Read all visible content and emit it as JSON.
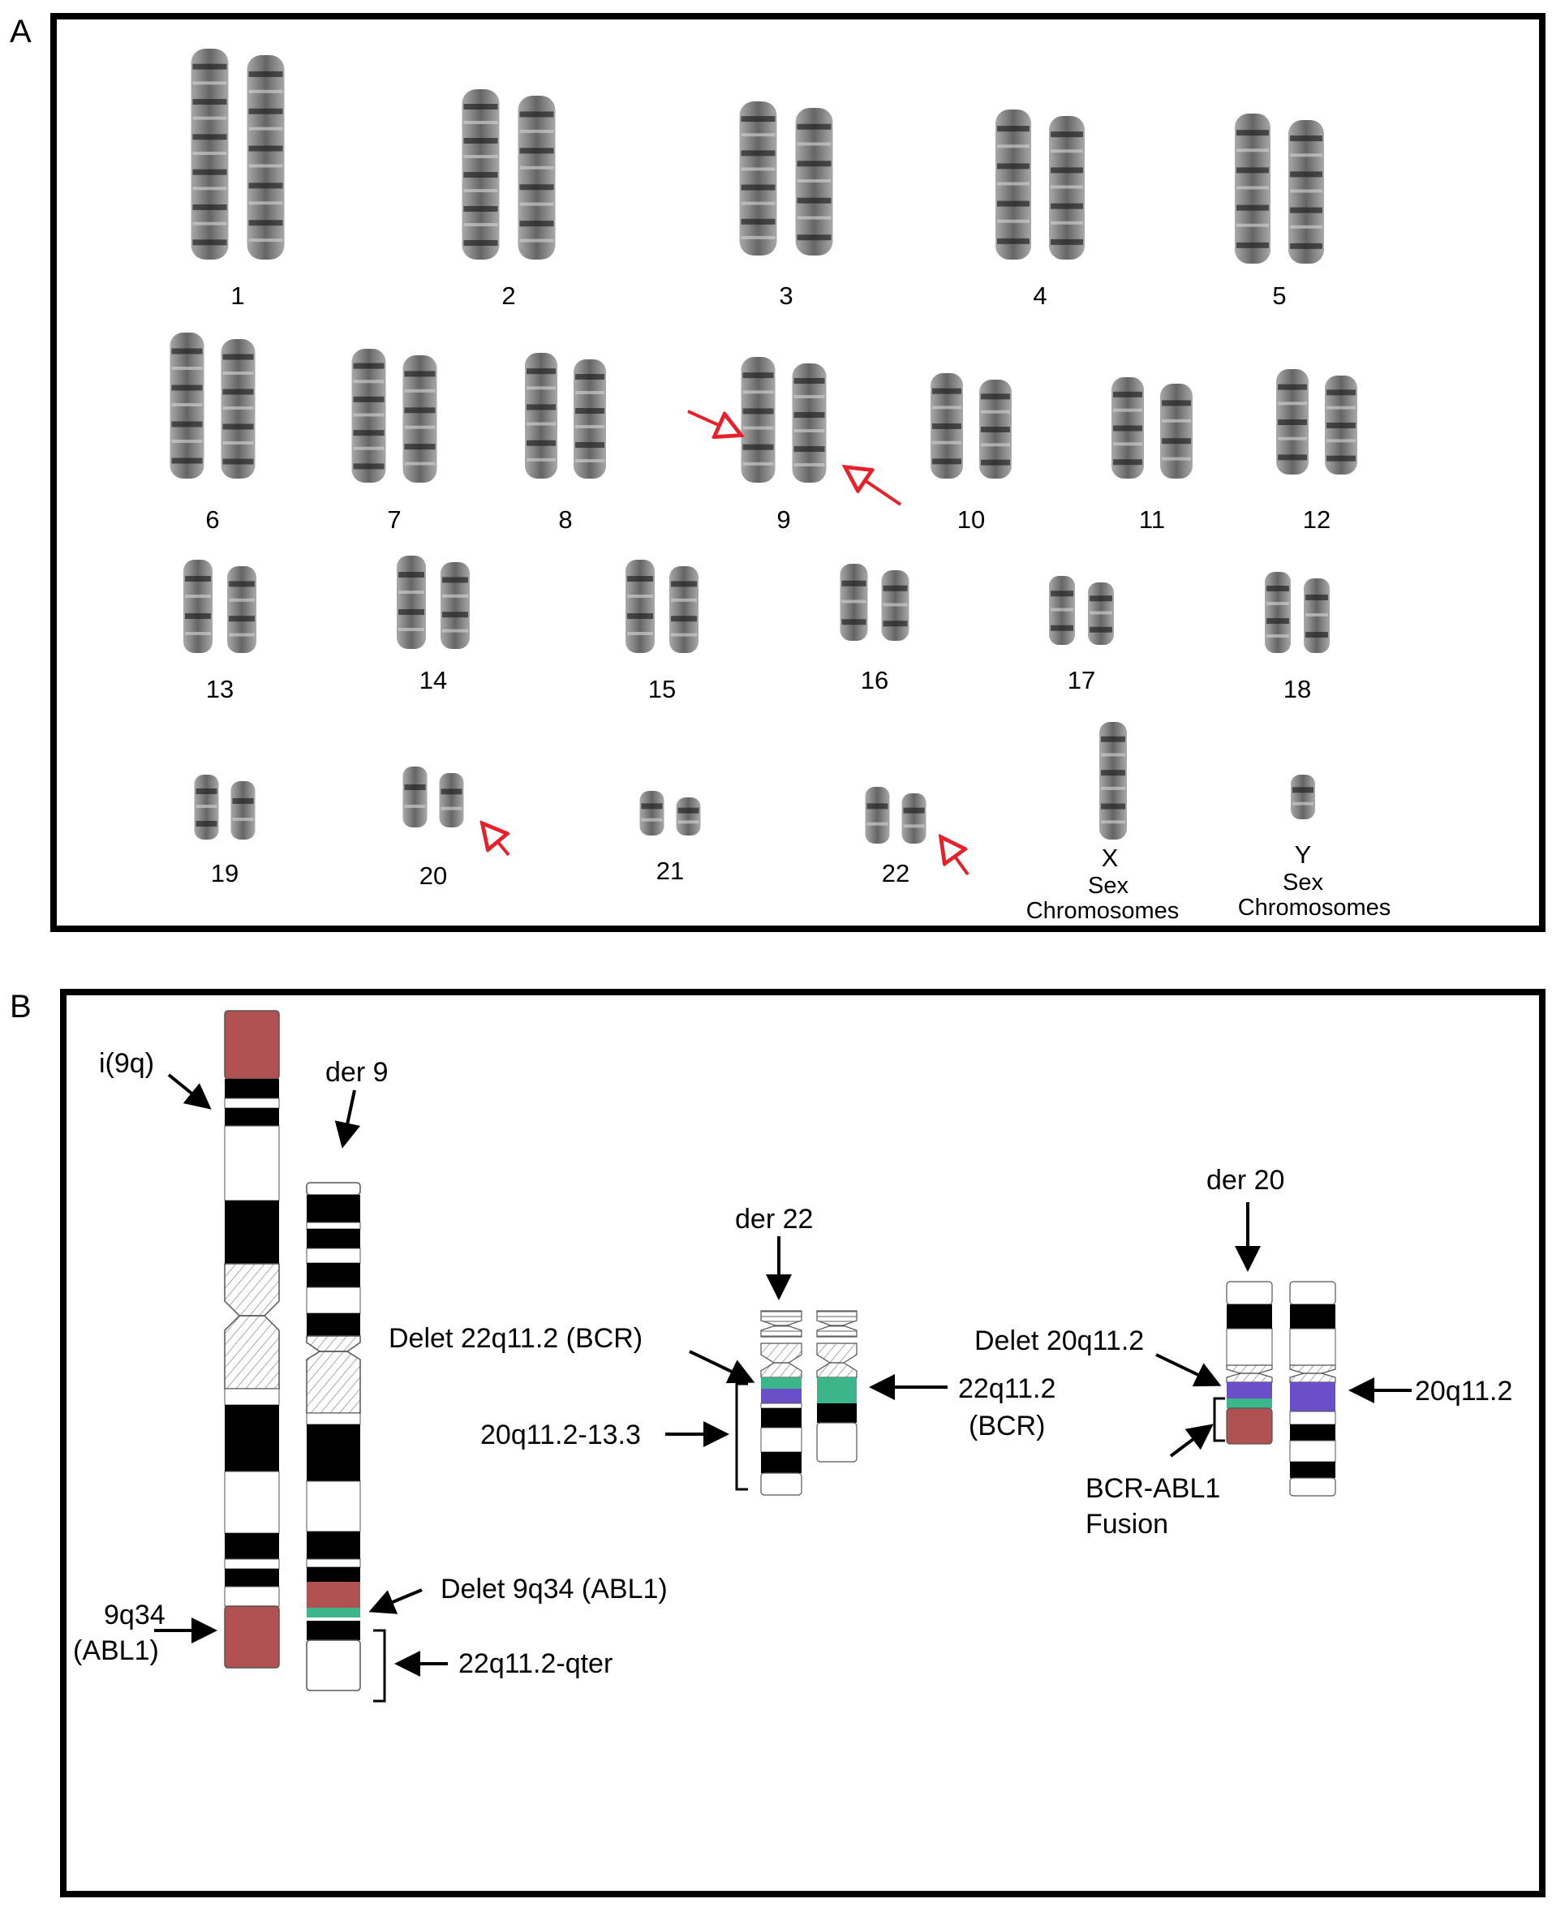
{
  "panels": {
    "a": {
      "letter": "A"
    },
    "b": {
      "letter": "B"
    }
  },
  "karyotype": {
    "labels": [
      "1",
      "2",
      "3",
      "4",
      "5",
      "6",
      "7",
      "8",
      "9",
      "10",
      "11",
      "12",
      "13",
      "14",
      "15",
      "16",
      "17",
      "18",
      "19",
      "20",
      "21",
      "22"
    ],
    "x_label": "X",
    "y_label": "Y",
    "sex_line1": "Sex",
    "sex_line2": "Chromosomes"
  },
  "ideogram": {
    "i9q": "i(9q)",
    "der9": "der 9",
    "q34_line1": "9q34",
    "q34_line2": "(ABL1)",
    "delet_9q34": "Delet 9q34 (ABL1)",
    "q22_qter": "22q11.2-qter",
    "der22": "der 22",
    "delet_22q": "Delet 22q11.2 (BCR)",
    "q20_13": "20q11.2-13.3",
    "q22_bcr_line1": "22q11.2",
    "q22_bcr_line2": "(BCR)",
    "der20": "der 20",
    "delet_20q": "Delet 20q11.2",
    "q20": "20q11.2",
    "fusion_line1": "BCR-ABL1",
    "fusion_line2": "Fusion"
  },
  "colors": {
    "abl1_red": "#b05252",
    "bcr_green": "#3db58a",
    "chr20_purple": "#6a4fc9",
    "band_black": "#000000",
    "arrow_red": "#e8202a",
    "metaphase_gray": "#5a5a5a"
  }
}
